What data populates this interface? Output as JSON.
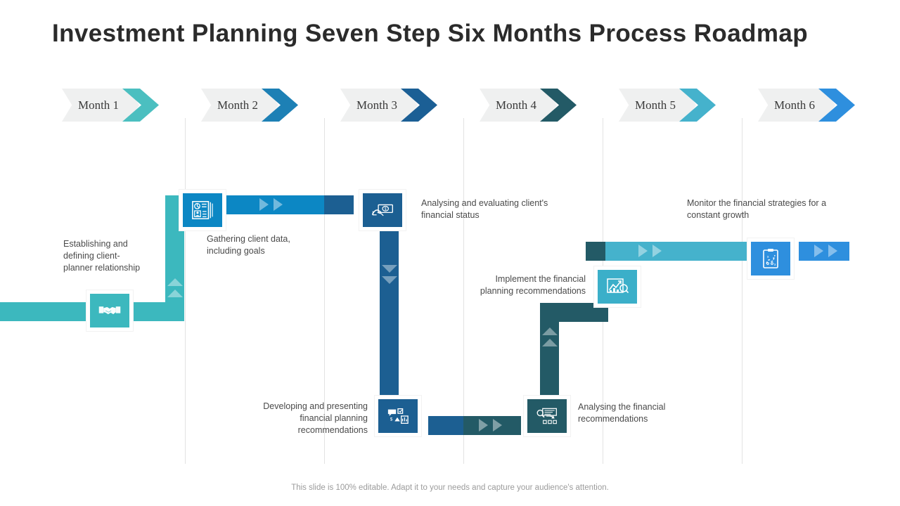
{
  "title": "Investment Planning Seven Step Six Months Process Roadmap",
  "footer": "This slide is 100% editable. Adapt it to your needs and capture your audience's attention.",
  "colors": {
    "teal": "#3CB8BE",
    "teal_mid": "#45B2CC",
    "blue_bright": "#0C87C4",
    "blue_steel": "#1C5F92",
    "slate_teal": "#235A66",
    "blue_vivid": "#2E8FDE",
    "header_body": "#EFF0F0",
    "guide": "#E2E2E2",
    "text": "#4A4A4A"
  },
  "months": [
    {
      "label": "Month 1",
      "color": "#4BBFC0"
    },
    {
      "label": "Month 2",
      "color": "#1D80B5"
    },
    {
      "label": "Month 3",
      "color": "#1B5F95"
    },
    {
      "label": "Month 4",
      "color": "#235A66"
    },
    {
      "label": "Month 5",
      "color": "#45B2CC"
    },
    {
      "label": "Month 6",
      "color": "#2E8FDE"
    }
  ],
  "steps": [
    {
      "id": "step-1",
      "caption": "Establishing and defining client-planner relationship",
      "icon": "handshake-icon",
      "color": "#3CB8BE",
      "month": "Month 1"
    },
    {
      "id": "step-2",
      "caption": "Gathering client data, including goals",
      "icon": "client-data-document-icon",
      "color": "#0C87C4",
      "month": "Month 2"
    },
    {
      "id": "step-3",
      "caption": "Analysing and evaluating client's financial status",
      "icon": "cash-money-icon",
      "color": "#1C5F92",
      "month": "Month 3"
    },
    {
      "id": "step-4",
      "caption": "Developing and presenting financial planning recommendations",
      "icon": "presentation-chart-icon",
      "color": "#1C5F92",
      "month": "Month 3"
    },
    {
      "id": "step-5",
      "caption": "Analysing the financial recommendations",
      "icon": "financial-analysis-icon",
      "color": "#235A66",
      "month": "Month 4"
    },
    {
      "id": "step-6",
      "caption": "Implement the financial planning recommendations",
      "icon": "growth-chart-icon",
      "color": "#3BAFC9",
      "month": "Month 4"
    },
    {
      "id": "step-7",
      "caption": "Monitor the financial strategies for a constant growth",
      "icon": "clipboard-strategy-icon",
      "color": "#2E8FDE",
      "month": "Month 6"
    }
  ]
}
